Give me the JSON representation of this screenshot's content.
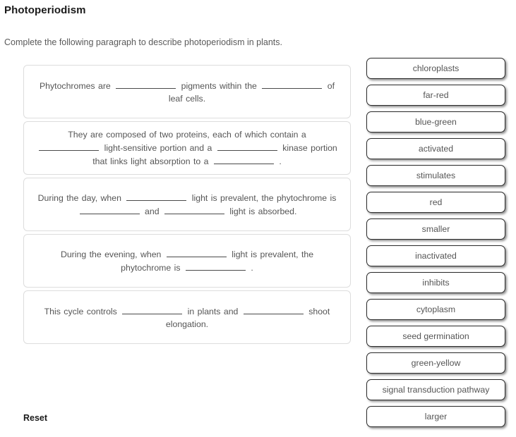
{
  "header": {
    "title": "Photoperiodism",
    "instruction": "Complete the following paragraph to describe photoperiodism in plants."
  },
  "paragraph_boxes": [
    {
      "id": "box-1",
      "segments": [
        {
          "type": "text",
          "value": "Phytochromes are"
        },
        {
          "type": "blank"
        },
        {
          "type": "text",
          "value": "pigments within the"
        },
        {
          "type": "blank"
        },
        {
          "type": "text",
          "value": "of leaf cells."
        }
      ]
    },
    {
      "id": "box-2",
      "segments": [
        {
          "type": "text",
          "value": "They are composed of two proteins, each of which contain a"
        },
        {
          "type": "blank"
        },
        {
          "type": "text",
          "value": "light-sensitive portion and a"
        },
        {
          "type": "blank"
        },
        {
          "type": "text",
          "value": "kinase portion that links light absorption to a"
        },
        {
          "type": "blank"
        },
        {
          "type": "text",
          "value": "."
        }
      ]
    },
    {
      "id": "box-3",
      "segments": [
        {
          "type": "text",
          "value": "During the day, when"
        },
        {
          "type": "blank"
        },
        {
          "type": "text",
          "value": "light is prevalent, the phytochrome is"
        },
        {
          "type": "blank"
        },
        {
          "type": "text",
          "value": "and"
        },
        {
          "type": "blank"
        },
        {
          "type": "text",
          "value": "light is absorbed."
        }
      ]
    },
    {
      "id": "box-4",
      "segments": [
        {
          "type": "text",
          "value": "During the evening, when"
        },
        {
          "type": "blank"
        },
        {
          "type": "text",
          "value": "light is prevalent, the phytochrome is"
        },
        {
          "type": "blank"
        },
        {
          "type": "text",
          "value": "."
        }
      ]
    },
    {
      "id": "box-5",
      "segments": [
        {
          "type": "text",
          "value": "This cycle controls"
        },
        {
          "type": "blank"
        },
        {
          "type": "text",
          "value": "in plants and"
        },
        {
          "type": "blank"
        },
        {
          "type": "text",
          "value": "shoot elongation."
        }
      ]
    }
  ],
  "word_tiles": [
    {
      "label": "chloroplasts"
    },
    {
      "label": "far-red"
    },
    {
      "label": "blue-green"
    },
    {
      "label": "activated"
    },
    {
      "label": "stimulates"
    },
    {
      "label": "red"
    },
    {
      "label": "smaller"
    },
    {
      "label": "inactivated"
    },
    {
      "label": "inhibits"
    },
    {
      "label": "cytoplasm"
    },
    {
      "label": "seed germination"
    },
    {
      "label": "green-yellow"
    },
    {
      "label": "signal transduction pathway"
    },
    {
      "label": "larger"
    }
  ],
  "footer": {
    "reset_label": "Reset"
  },
  "colors": {
    "text_gray": "#555555",
    "heading_dark": "#1a1a1a",
    "box_border": "#dddddd",
    "tile_border": "#2b2b2b",
    "background": "#ffffff"
  }
}
